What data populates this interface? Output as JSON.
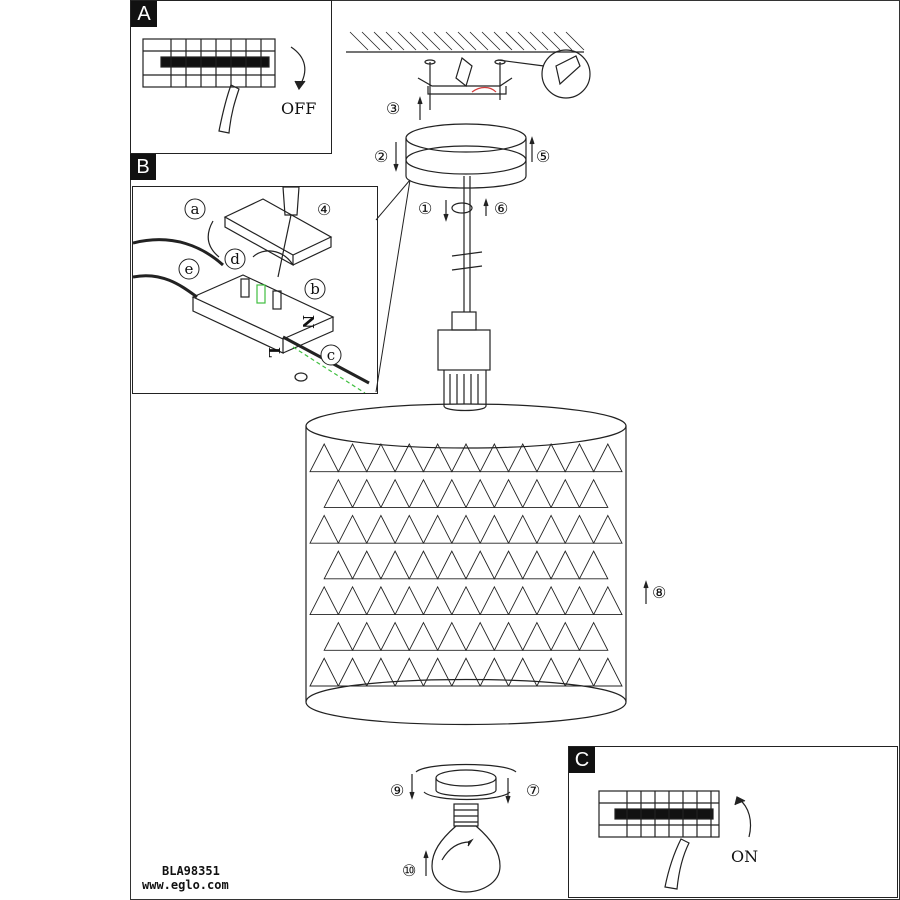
{
  "panels": {
    "a": {
      "label": "A",
      "state_text": "OFF"
    },
    "b": {
      "label": "B"
    },
    "c": {
      "label": "C",
      "state_text": "ON"
    }
  },
  "detail_letters": [
    "a",
    "b",
    "c",
    "d",
    "e"
  ],
  "wire_labels": {
    "n": "N",
    "l": "L"
  },
  "steps": {
    "s1": "①",
    "s2": "②",
    "s3": "③",
    "s4": "④",
    "s5": "⑤",
    "s6": "⑥",
    "s7": "⑦",
    "s8": "⑧",
    "s9": "⑨",
    "s10": "⑩"
  },
  "footer": {
    "model": "BLA98351",
    "website": "www.eglo.com"
  },
  "colors": {
    "line": "#222222",
    "highlight_green": "#3fbf3f",
    "highlight_red": "#d23c3c"
  }
}
